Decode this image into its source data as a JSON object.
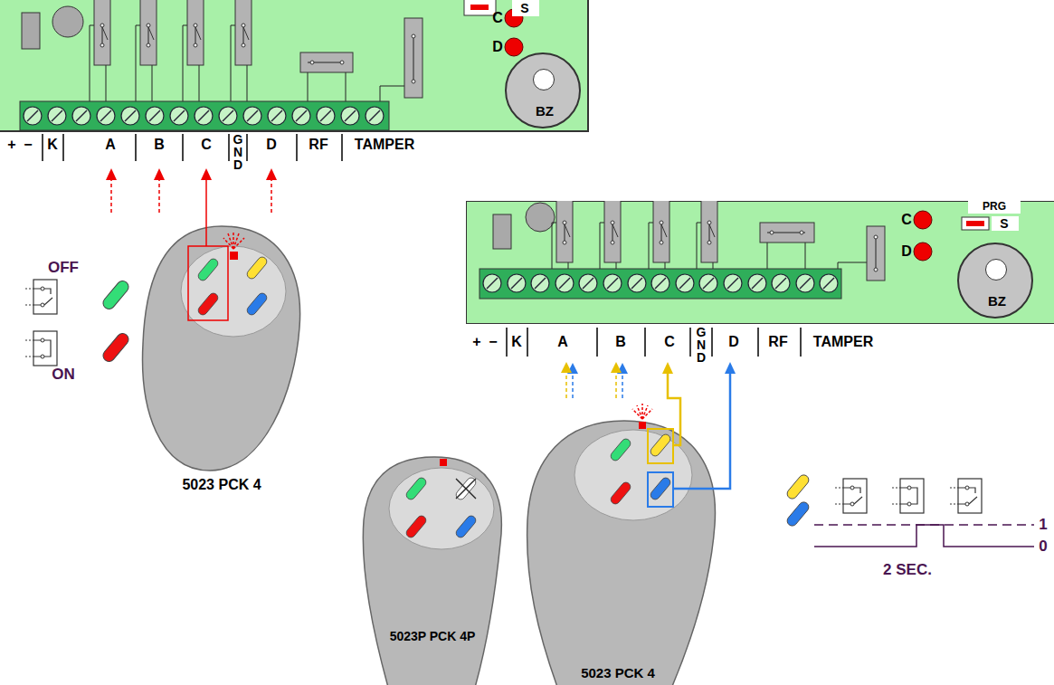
{
  "diagram": {
    "nodes": [
      {
        "text": [
          "BZ"
        ]
      },
      {
        "text": [
          "5023 PCK 4"
        ]
      },
      {
        "text": [
          "BZ"
        ]
      },
      {
        "text": [
          "5023P PCK 4P"
        ]
      },
      {
        "text": [
          "5023 PCK 4"
        ]
      }
    ],
    "labels": [
      "C",
      "D",
      "S",
      "+",
      "−",
      "K",
      "A",
      "B",
      "C",
      "GND",
      "D",
      "RF",
      "TAMPER",
      "OFF",
      "ON",
      "PRG",
      "C",
      "D",
      "S",
      "+",
      "−",
      "K",
      "A",
      "B",
      "C",
      "GND",
      "D",
      "RF",
      "TAMPER",
      "1",
      "0",
      "2 SEC."
    ]
  }
}
